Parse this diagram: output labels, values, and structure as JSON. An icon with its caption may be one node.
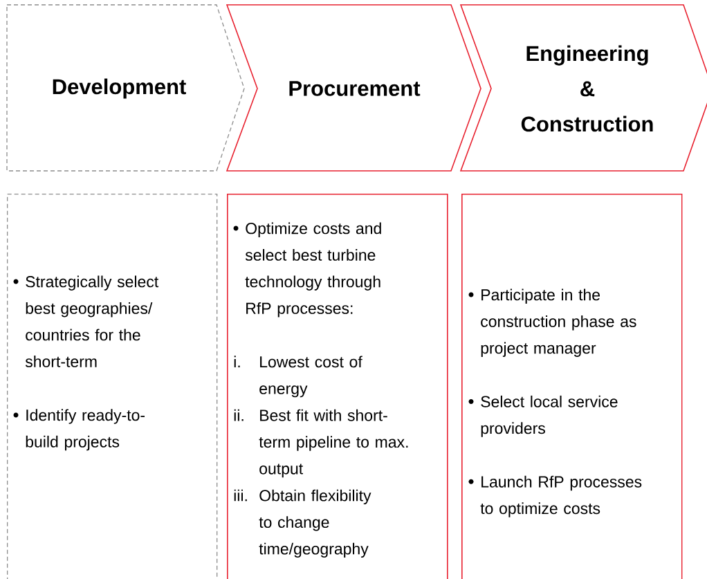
{
  "diagram": {
    "nodes": [
      {
        "text": [
          "Development"
        ]
      },
      {
        "text": [
          "Procurement"
        ]
      },
      {
        "text": [
          "Engineering & Construction"
        ]
      },
      {
        "text": [
          "Strategically select best geographies/ countries for the short-term",
          "Identify ready-to-build projects"
        ]
      },
      {
        "text": [
          "Optimize costs and select best turbine technology through RfP processes:",
          "i.",
          "Lowest cost of energy",
          "ii.",
          "Best fit with short-term pipeline to max. output",
          "iii.",
          "Obtain flexibility to change time/geography"
        ]
      },
      {
        "text": [
          "Participate in the construction phase as project manager",
          "Select local service providers",
          "Launch RfP processes to optimize costs"
        ]
      }
    ]
  }
}
